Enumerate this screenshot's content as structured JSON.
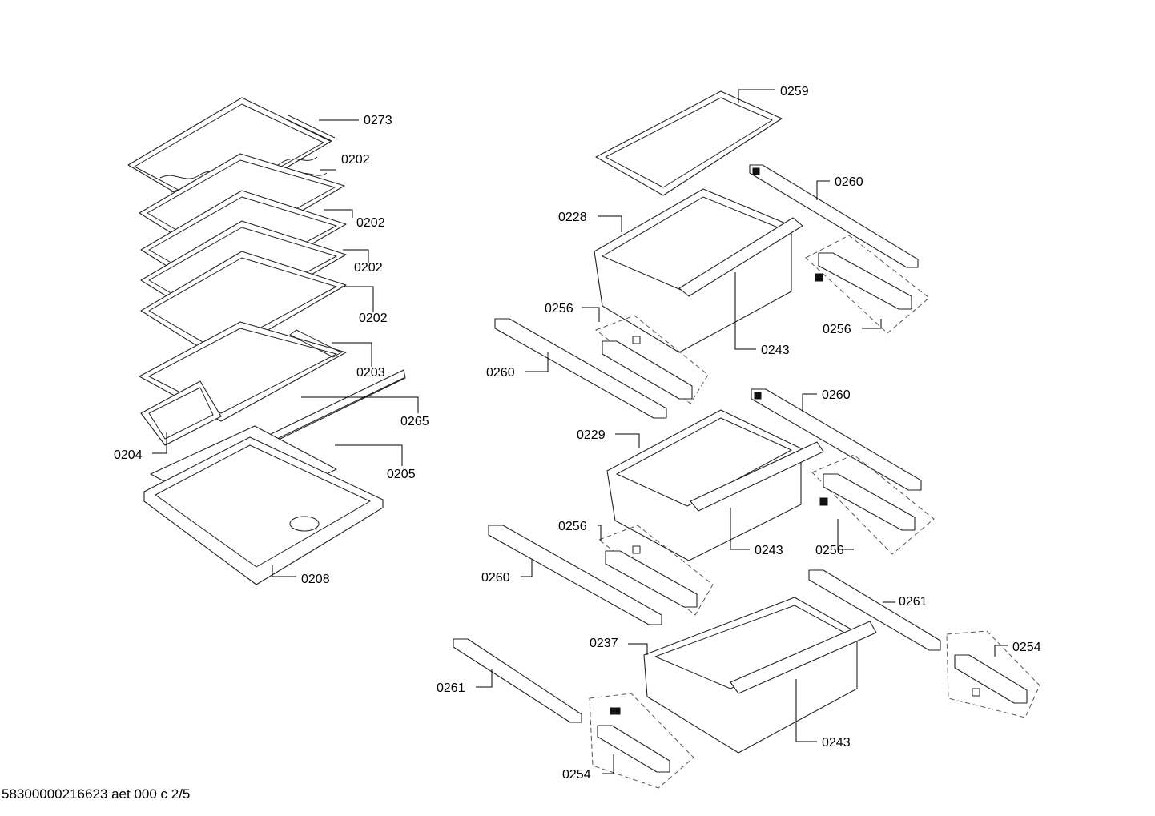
{
  "document_ref": "58300000216623 aet 000 c 2/5",
  "callouts": [
    {
      "id": "c-0273",
      "label": "0273"
    },
    {
      "id": "c-0202-a",
      "label": "0202"
    },
    {
      "id": "c-0202-b",
      "label": "0202"
    },
    {
      "id": "c-0202-c",
      "label": "0202"
    },
    {
      "id": "c-0202-d",
      "label": "0202"
    },
    {
      "id": "c-0203",
      "label": "0203"
    },
    {
      "id": "c-0265",
      "label": "0265"
    },
    {
      "id": "c-0204",
      "label": "0204"
    },
    {
      "id": "c-0205",
      "label": "0205"
    },
    {
      "id": "c-0208",
      "label": "0208"
    },
    {
      "id": "c-0259",
      "label": "0259"
    },
    {
      "id": "c-0260-a",
      "label": "0260"
    },
    {
      "id": "c-0228",
      "label": "0228"
    },
    {
      "id": "c-0256-a",
      "label": "0256"
    },
    {
      "id": "c-0256-b",
      "label": "0256"
    },
    {
      "id": "c-0243-a",
      "label": "0243"
    },
    {
      "id": "c-0260-b",
      "label": "0260"
    },
    {
      "id": "c-0260-c",
      "label": "0260"
    },
    {
      "id": "c-0229",
      "label": "0229"
    },
    {
      "id": "c-0256-c",
      "label": "0256"
    },
    {
      "id": "c-0256-d",
      "label": "0256"
    },
    {
      "id": "c-0243-b",
      "label": "0243"
    },
    {
      "id": "c-0260-d",
      "label": "0260"
    },
    {
      "id": "c-0261-a",
      "label": "0261"
    },
    {
      "id": "c-0237",
      "label": "0237"
    },
    {
      "id": "c-0254-a",
      "label": "0254"
    },
    {
      "id": "c-0261-b",
      "label": "0261"
    },
    {
      "id": "c-0243-c",
      "label": "0243"
    },
    {
      "id": "c-0254-b",
      "label": "0254"
    }
  ]
}
